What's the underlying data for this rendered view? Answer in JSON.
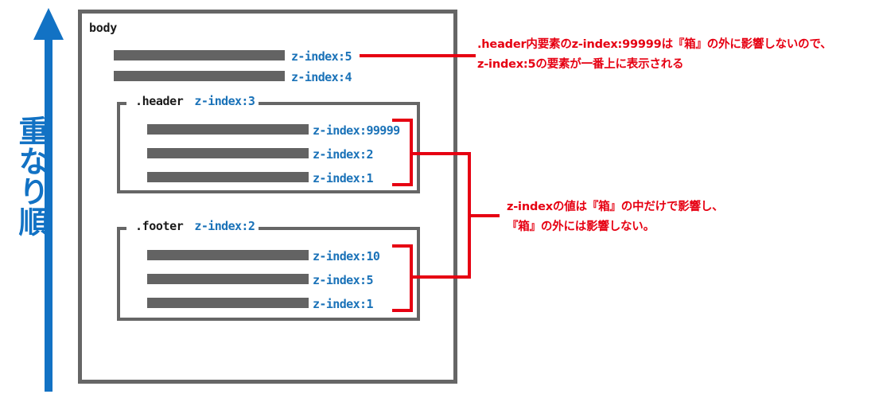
{
  "axis": {
    "icon": "up-arrow-icon",
    "label": "重なり順",
    "color": "#1272c4"
  },
  "diagram": {
    "body_box": {
      "label": "body",
      "border_color": "#666666"
    },
    "root_bars": [
      {
        "bar": "element-bar",
        "z_label": "z-index:5"
      },
      {
        "bar": "element-bar",
        "z_label": "z-index:4"
      }
    ],
    "boxes": [
      {
        "name": ".header",
        "z_label": "z-index:3",
        "bars": [
          {
            "z_label": "z-index:99999"
          },
          {
            "z_label": "z-index:2"
          },
          {
            "z_label": "z-index:1"
          }
        ]
      },
      {
        "name": ".footer",
        "z_label": "z-index:2",
        "bars": [
          {
            "z_label": "z-index:10"
          },
          {
            "z_label": "z-index:5"
          },
          {
            "z_label": "z-index:1"
          }
        ]
      }
    ],
    "bar_color": "#636363",
    "z_label_color": "#1a72b8"
  },
  "annotations": {
    "color": "#e60012",
    "top": ".header内要素のz-index:99999は『箱』の外に影響しないので、\nz-index:5の要素が一番上に表示される",
    "bottom": "z-indexの値は『箱』の中だけで影響し、\n『箱』の外には影響しない。"
  }
}
